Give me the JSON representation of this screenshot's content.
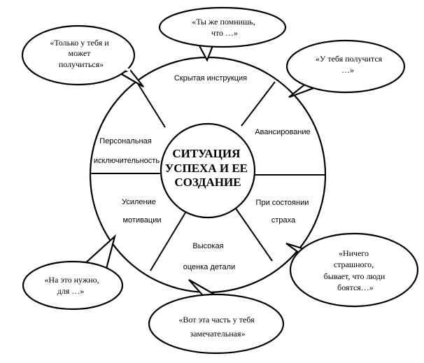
{
  "center": {
    "lines": [
      "СИТУАЦИЯ",
      "УСПЕХА И ЕЕ",
      "СОЗДАНИЕ"
    ]
  },
  "segments": [
    {
      "lines": [
        "Скрытая инструкция"
      ]
    },
    {
      "lines": [
        "Авансирование"
      ]
    },
    {
      "lines": [
        "При состоянии",
        "страха"
      ]
    },
    {
      "lines": [
        "Высокая",
        "оценка детали"
      ]
    },
    {
      "lines": [
        "Усиление",
        "мотивации"
      ]
    },
    {
      "lines": [
        "Персональная",
        "исключительность"
      ]
    }
  ],
  "bubbles": [
    {
      "lines": [
        "«Только у тебя и",
        "может",
        "получиться»"
      ]
    },
    {
      "lines": [
        "«Ты же помнишь,",
        "что …»"
      ]
    },
    {
      "lines": [
        "«У тебя получится",
        "…»"
      ]
    },
    {
      "lines": [
        "«Ничего",
        "страшного,",
        "бывает, что люди",
        "боятся…»"
      ]
    },
    {
      "lines": [
        "«Вот эта часть у тебя",
        "замечательная»"
      ]
    },
    {
      "lines": [
        "«На это нужно,",
        "для …»"
      ]
    }
  ]
}
